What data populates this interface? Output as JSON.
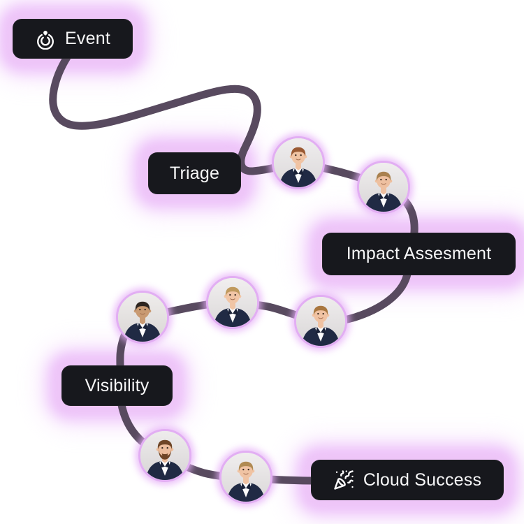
{
  "diagram": {
    "name": "incident-journey-flow",
    "colors": {
      "background": "#ffffff",
      "glow": "#eec5f8",
      "line": "#584a5f",
      "node_bg": "#17181d",
      "node_text": "#f7f7f8",
      "avatar_ring": "#e2aef3"
    },
    "nodes": [
      {
        "id": "event",
        "label": "Event",
        "icon": "live-event-icon"
      },
      {
        "id": "triage",
        "label": "Triage",
        "icon": null
      },
      {
        "id": "impact",
        "label": "Impact Assesment",
        "icon": null
      },
      {
        "id": "visibility",
        "label": "Visibility",
        "icon": null
      },
      {
        "id": "cloud-success",
        "label": "Cloud Success",
        "icon": "party-popper-icon"
      }
    ],
    "avatars": [
      {
        "name": "avatar-1",
        "desc": "man, short auburn hair, navy suit",
        "skin": "#f0c3a3",
        "hair": "#9a5a33",
        "beard": false,
        "bg1": "#efedee",
        "bg2": "#dcd9da"
      },
      {
        "name": "avatar-2",
        "desc": "man, dark blond hair, navy suit",
        "skin": "#eec0a0",
        "hair": "#a9814f",
        "beard": false,
        "bg1": "#f0eeee",
        "bg2": "#d8d5d6"
      },
      {
        "name": "avatar-3",
        "desc": "man, black hair, tan skin, navy suit",
        "skin": "#c99a72",
        "hair": "#2e2620",
        "beard": false,
        "bg1": "#efedec",
        "bg2": "#d9d6d4"
      },
      {
        "name": "avatar-4",
        "desc": "man, blond hair, navy suit",
        "skin": "#f1c5a5",
        "hair": "#c09a5e",
        "beard": false,
        "bg1": "#f1efef",
        "bg2": "#dbd8d9"
      },
      {
        "name": "avatar-5",
        "desc": "man, light brown wavy hair, navy suit",
        "skin": "#f0c2a2",
        "hair": "#a9773f",
        "beard": false,
        "bg1": "#efeded",
        "bg2": "#d9d6d7"
      },
      {
        "name": "avatar-6",
        "desc": "man, brown hair, full beard, navy suit",
        "skin": "#ecbd9d",
        "hair": "#6e4526",
        "beard": true,
        "bg1": "#eeecec",
        "bg2": "#d7d4d5"
      },
      {
        "name": "avatar-7",
        "desc": "man, light brown hair, navy suit",
        "skin": "#f0c3a3",
        "hair": "#b08a52",
        "beard": false,
        "bg1": "#f0eeee",
        "bg2": "#dad7d8"
      }
    ]
  }
}
